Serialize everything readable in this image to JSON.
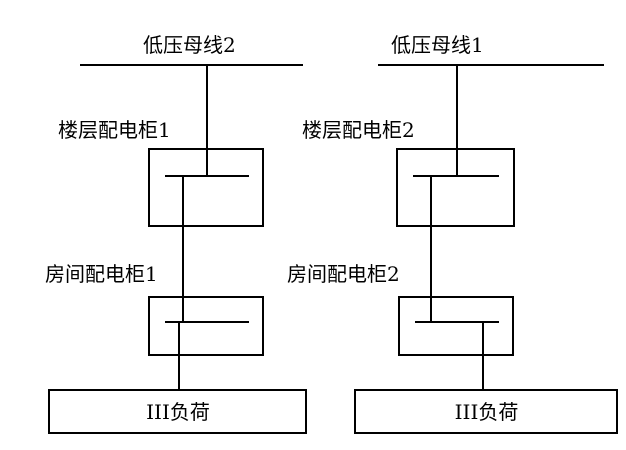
{
  "left_branch": {
    "bus_label": "低压母线2",
    "floor_cabinet_label": "楼层配电柜1",
    "room_cabinet_label": "房间配电柜1",
    "load_label": "III负荷"
  },
  "right_branch": {
    "bus_label": "低压母线1",
    "floor_cabinet_label": "楼层配电柜2",
    "room_cabinet_label": "房间配电柜2",
    "load_label": "III负荷"
  },
  "colors": {
    "line": "#000000",
    "background": "#ffffff"
  }
}
